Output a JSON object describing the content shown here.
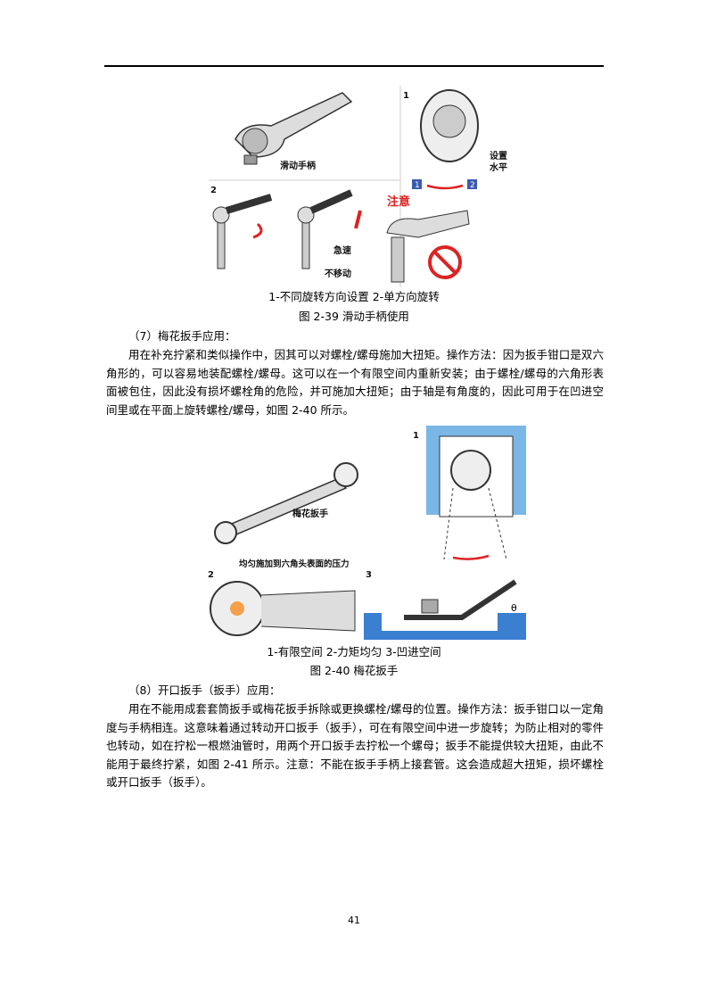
{
  "figure_2_39": {
    "labels": {
      "sliding_handle": "滑动手柄",
      "n1": "1",
      "n2": "2",
      "set": "设置",
      "level": "水平",
      "b1": "1",
      "b2": "2",
      "caution": "注意",
      "rapid": "急速",
      "no_move": "不移动"
    },
    "legend": "1-不同旋转方向设置  2-单方向旋转",
    "title": "图 2-39  滑动手柄使用"
  },
  "section7": {
    "heading": "（7）梅花扳手应用：",
    "body": "用在补充拧紧和类似操作中，因其可以对螺栓/螺母施加大扭矩。操作方法：因为扳手钳口是双六角形的，可以容易地装配螺栓/螺母。这可以在一个有限空间内重新安装；由于螺栓/螺母的六角形表面被包住，因此没有损坏螺栓角的危险，并可施加大扭矩；由于轴是有角度的，因此可用于在凹进空间里或在平面上旋转螺栓/螺母，如图  2-40 所示。"
  },
  "figure_2_40": {
    "labels": {
      "box_wrench": "梅花扳手",
      "n1": "1",
      "n2": "2",
      "n3": "3",
      "pressure": "均匀施加到六角头表面的压力",
      "theta": "θ"
    },
    "legend": "1-有限空间  2-力矩均匀  3-凹进空间",
    "title": "图 2-40    梅花扳手"
  },
  "section8": {
    "heading": "（8）开口扳手（扳手）应用：",
    "body": "用在不能用成套套筒扳手或梅花扳手拆除或更换螺栓/螺母的位置。操作方法：扳手钳口以一定角度与手柄相连。这意味着通过转动开口扳手（扳手），可在有限空间中进一步旋转；为防止相对的零件也转动，如在拧松一根燃油管时，用两个开口扳手去拧松一个螺母；扳手不能提供较大扭矩，由此不能用于最终拧紧，如图  2-41  所示。注意：不能在扳手手柄上接套管。这会造成超大扭矩，损坏螺栓或开口扳手（扳手）。"
  },
  "page_number": "41"
}
